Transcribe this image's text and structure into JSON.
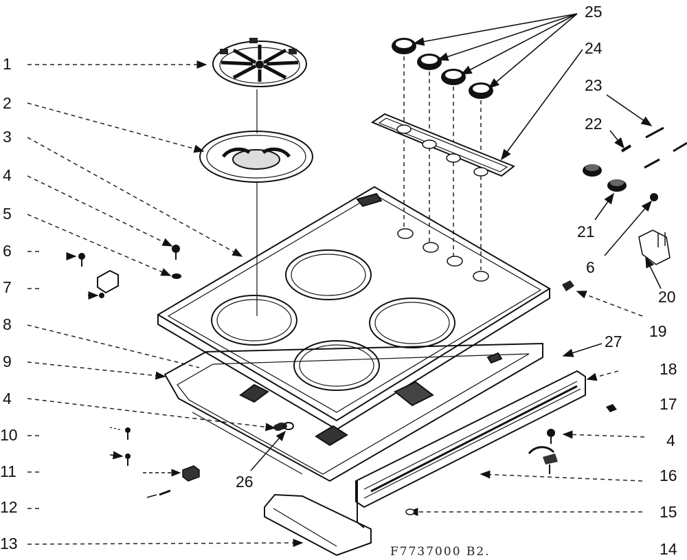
{
  "drawing_code": "F7737000 B2.",
  "callouts_left": [
    "1",
    "2",
    "3",
    "4",
    "5",
    "6",
    "7",
    "8",
    "9",
    "4",
    "10",
    "11",
    "12",
    "13"
  ],
  "callouts_right": [
    "25",
    "24",
    "23",
    "22",
    "21",
    "6",
    "20",
    "19",
    "27",
    "18",
    "17",
    "4",
    "16",
    "15",
    "14"
  ],
  "callout_inner": "26"
}
